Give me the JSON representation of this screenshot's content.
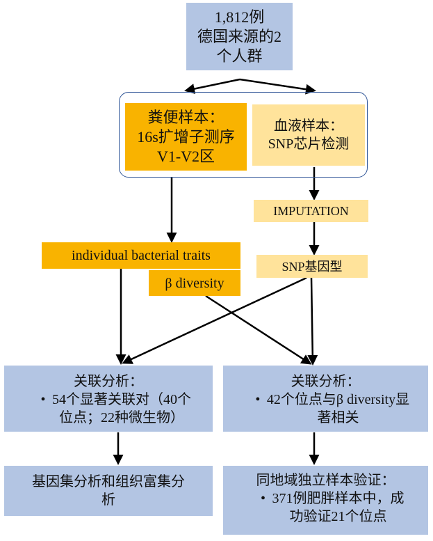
{
  "top": {
    "lines": [
      "1,812例",
      "德国来源的2",
      "个人群"
    ]
  },
  "fecal": {
    "lines": [
      "粪便样本：",
      "16s扩增子测序",
      "V1-V2区"
    ]
  },
  "blood": {
    "lines": [
      "血液样本：",
      "SNP芯片检测"
    ]
  },
  "imputation": {
    "label": "IMPUTATION"
  },
  "snp_genotype": {
    "label": "SNP基因型"
  },
  "traits": {
    "label": "individual bacterial traits"
  },
  "beta": {
    "label": "β diversity"
  },
  "assoc_left": {
    "title": "关联分析：",
    "bullet": "•",
    "line1": "54个显著关联对（40个",
    "line2": "位点；22种微生物）"
  },
  "assoc_right": {
    "title": "关联分析：",
    "bullet": "•",
    "line1": "42个位点与β diversity显",
    "line2": "著相关"
  },
  "geneset": {
    "lines": [
      "基因集分析和组织富集分",
      "析"
    ]
  },
  "validation": {
    "title": "同地域独立样本验证：",
    "bullet": "•",
    "line1": "371例肥胖样本中，成",
    "line2": "功验证21个位点"
  },
  "colors": {
    "blue": "#b3c5e3",
    "orange": "#f9b300",
    "yellow": "#ffe39b",
    "outline": "#2f5597",
    "arrow": "#000000"
  }
}
